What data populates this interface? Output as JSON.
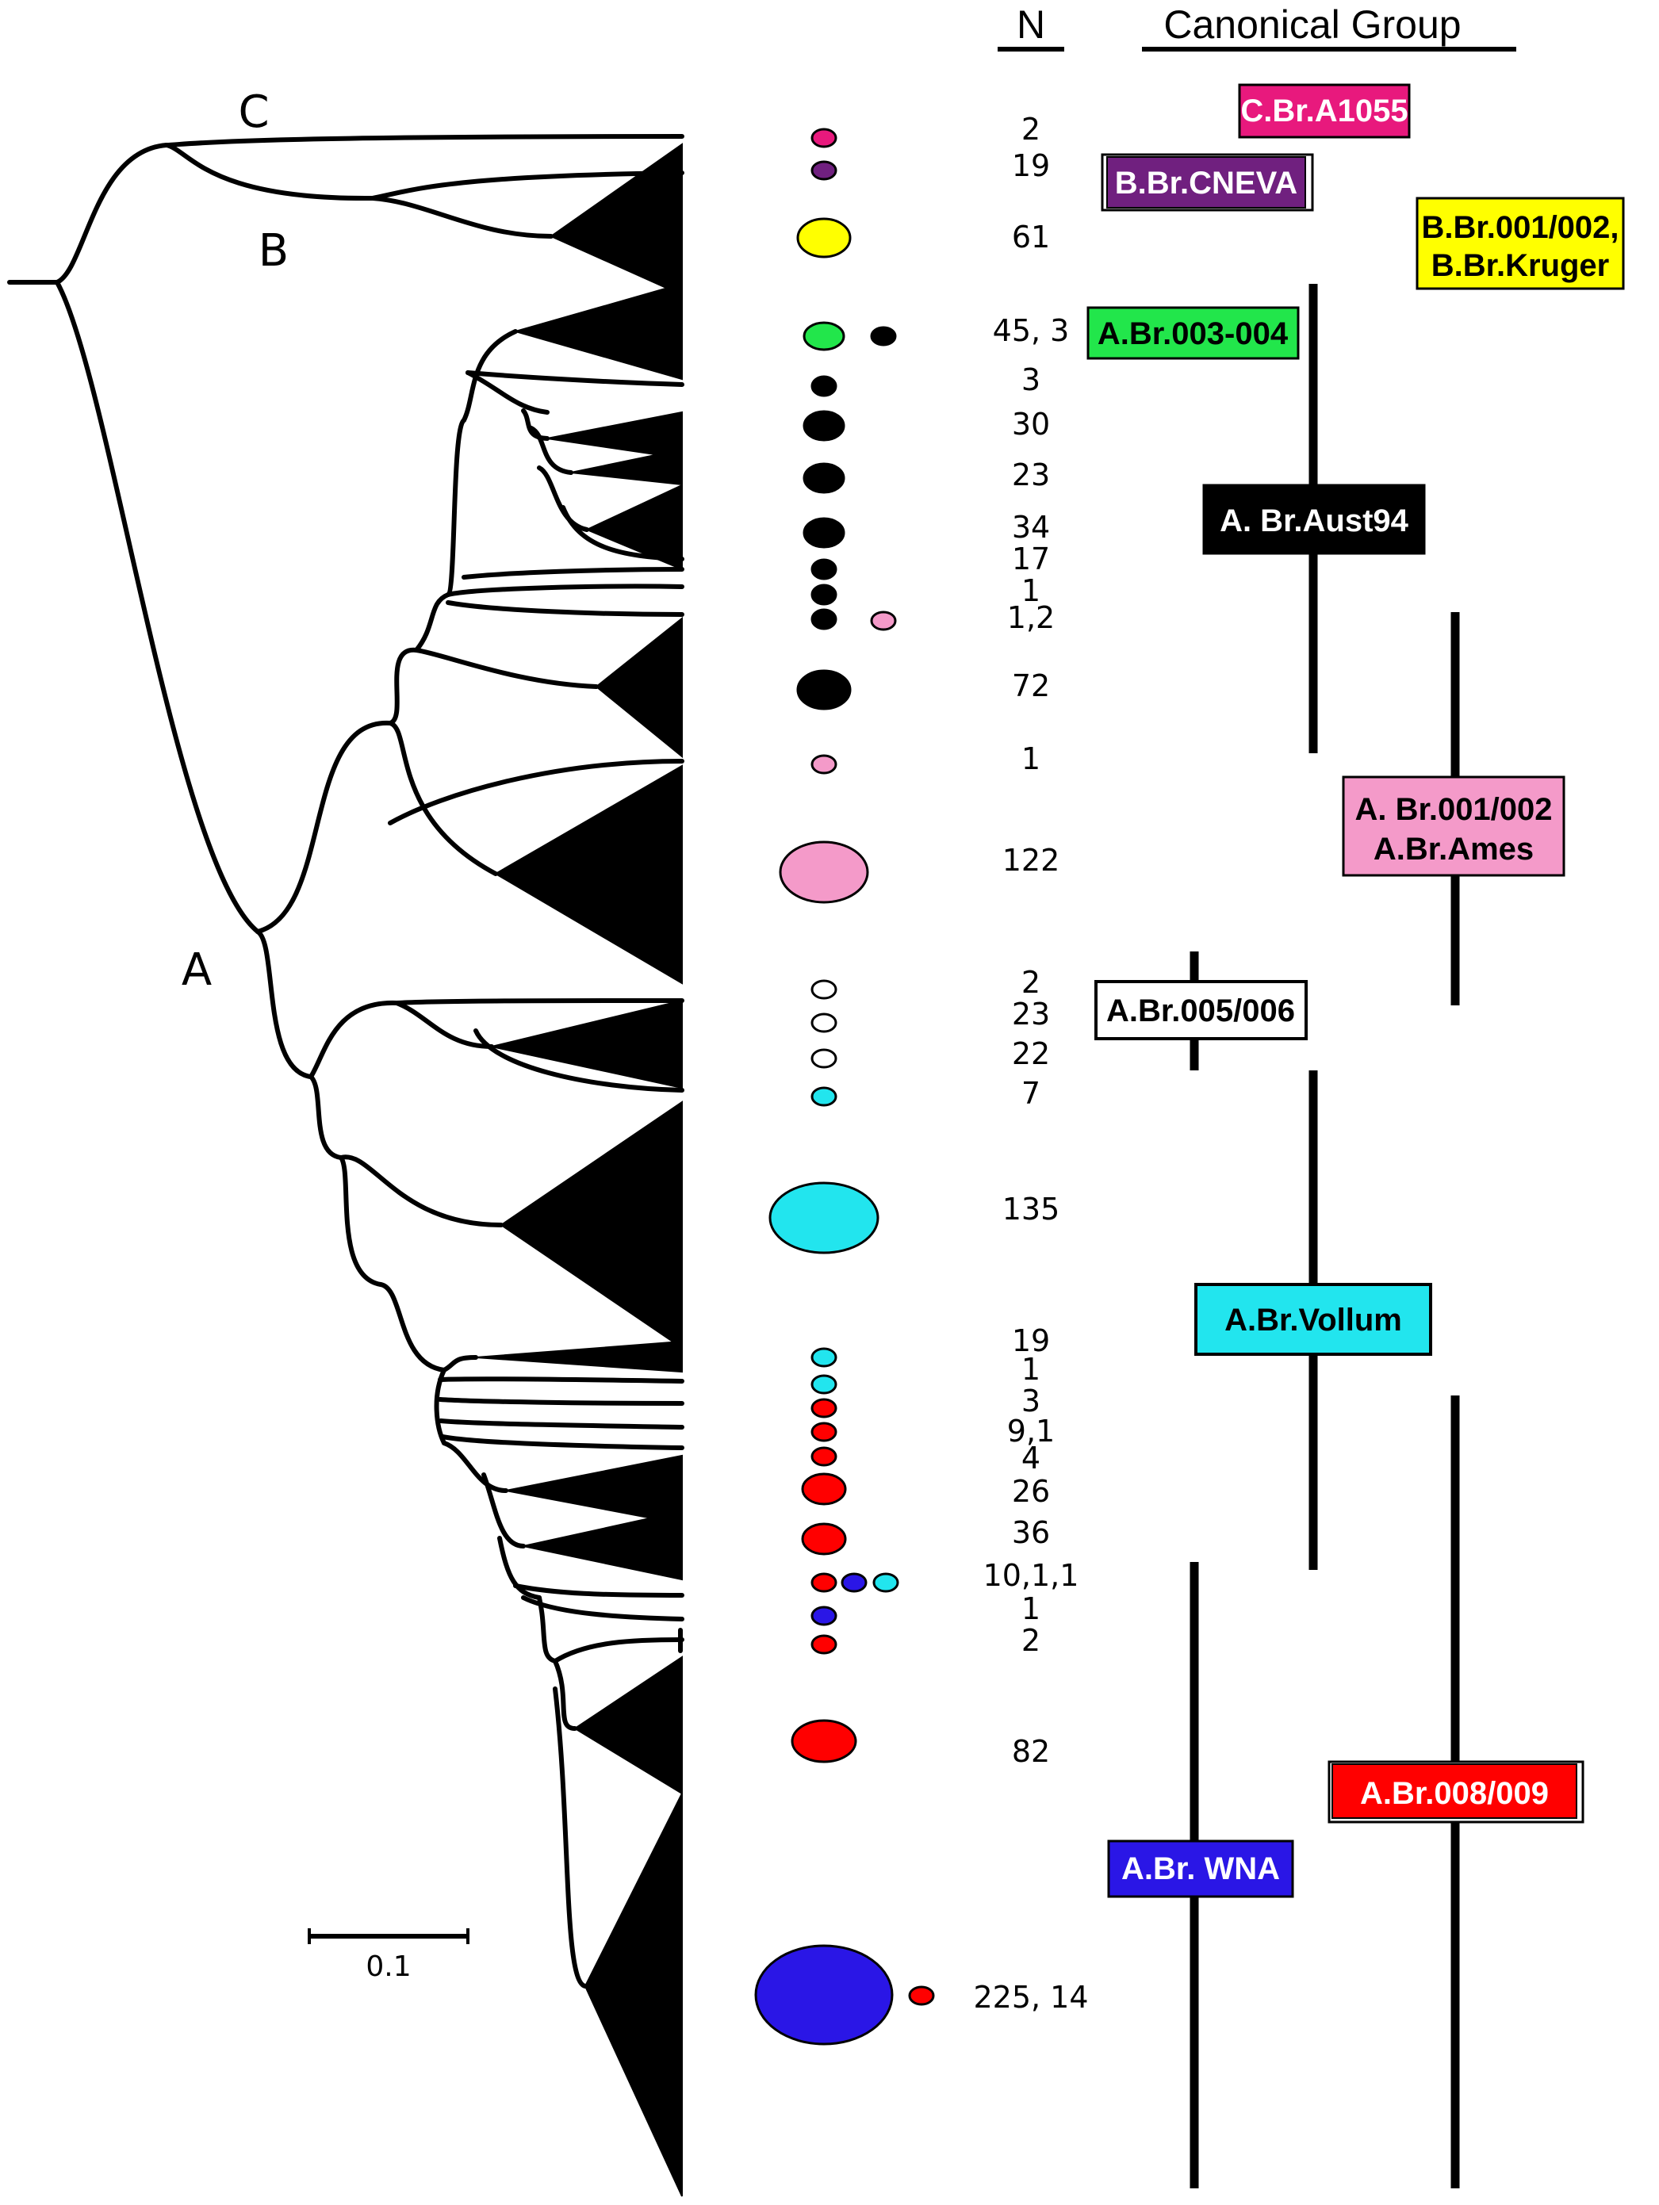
{
  "headers": {
    "n": "N",
    "group": "Canonical Group"
  },
  "clade_labels": {
    "a": "A",
    "b": "B",
    "c": "C"
  },
  "scale_bar": {
    "label": "0.1"
  },
  "colors": {
    "magenta": "#e8197d",
    "purple": "#70207f",
    "yellow": "#ffff00",
    "green": "#22e64b",
    "black": "#000000",
    "pink": "#f49ac9",
    "white": "#ffffff",
    "cyan": "#22e5ee",
    "red": "#ff0000",
    "blue": "#2a16e6"
  },
  "rows": [
    {
      "n": "2"
    },
    {
      "n": "19"
    },
    {
      "n": "61"
    },
    {
      "n": "45, 3"
    },
    {
      "n": "3"
    },
    {
      "n": "30"
    },
    {
      "n": "23"
    },
    {
      "n": "34"
    },
    {
      "n": "17"
    },
    {
      "n": "1"
    },
    {
      "n": "1,2"
    },
    {
      "n": "72"
    },
    {
      "n": "1"
    },
    {
      "n": "122"
    },
    {
      "n": "2"
    },
    {
      "n": "23"
    },
    {
      "n": "22"
    },
    {
      "n": "7"
    },
    {
      "n": "135"
    },
    {
      "n": "19"
    },
    {
      "n": "1"
    },
    {
      "n": "3"
    },
    {
      "n": "9,1"
    },
    {
      "n": "4"
    },
    {
      "n": "26"
    },
    {
      "n": "36"
    },
    {
      "n": "10,1,1"
    },
    {
      "n": "1"
    },
    {
      "n": "2"
    },
    {
      "n": "82"
    },
    {
      "n": "225, 14"
    }
  ],
  "groups": {
    "c_br_a1055": "C.Br.A1055",
    "b_br_cneva": "B.Br.CNEVA",
    "b_br_001_line1": "B.Br.001/002,",
    "b_br_001_line2": "B.Br.Kruger",
    "a_br_003": "A.Br.003-004",
    "a_br_aust94": "A. Br.Aust94",
    "a_br_001_line1": "A. Br.001/002",
    "a_br_001_line2": "A.Br.Ames",
    "a_br_005": "A.Br.005/006",
    "a_br_vollum": "A.Br.Vollum",
    "a_br_008": "A.Br.008/009",
    "a_br_wna": "A.Br. WNA"
  }
}
